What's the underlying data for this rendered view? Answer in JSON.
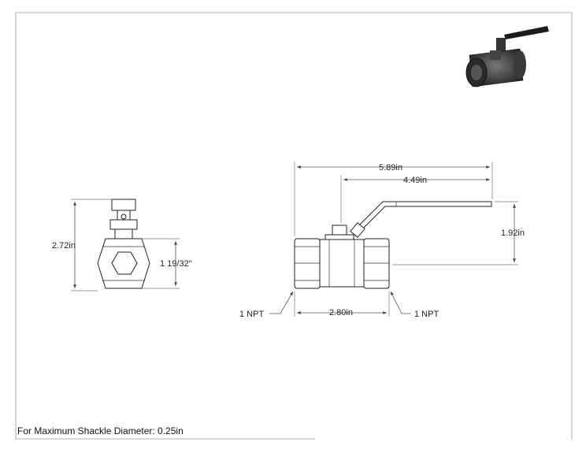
{
  "dimensions": {
    "overall_length": "5.89in",
    "handle_length": "4.49in",
    "height_above_center": "1.92in",
    "body_length": "2.80in",
    "overall_height": "2.72in",
    "hex_size": "1 19/32\"",
    "thread_left": "1 NPT",
    "thread_right": "1 NPT"
  },
  "footnote": "For Maximum Shackle Diameter: 0.25in",
  "icon": "ball-valve-isometric-icon"
}
